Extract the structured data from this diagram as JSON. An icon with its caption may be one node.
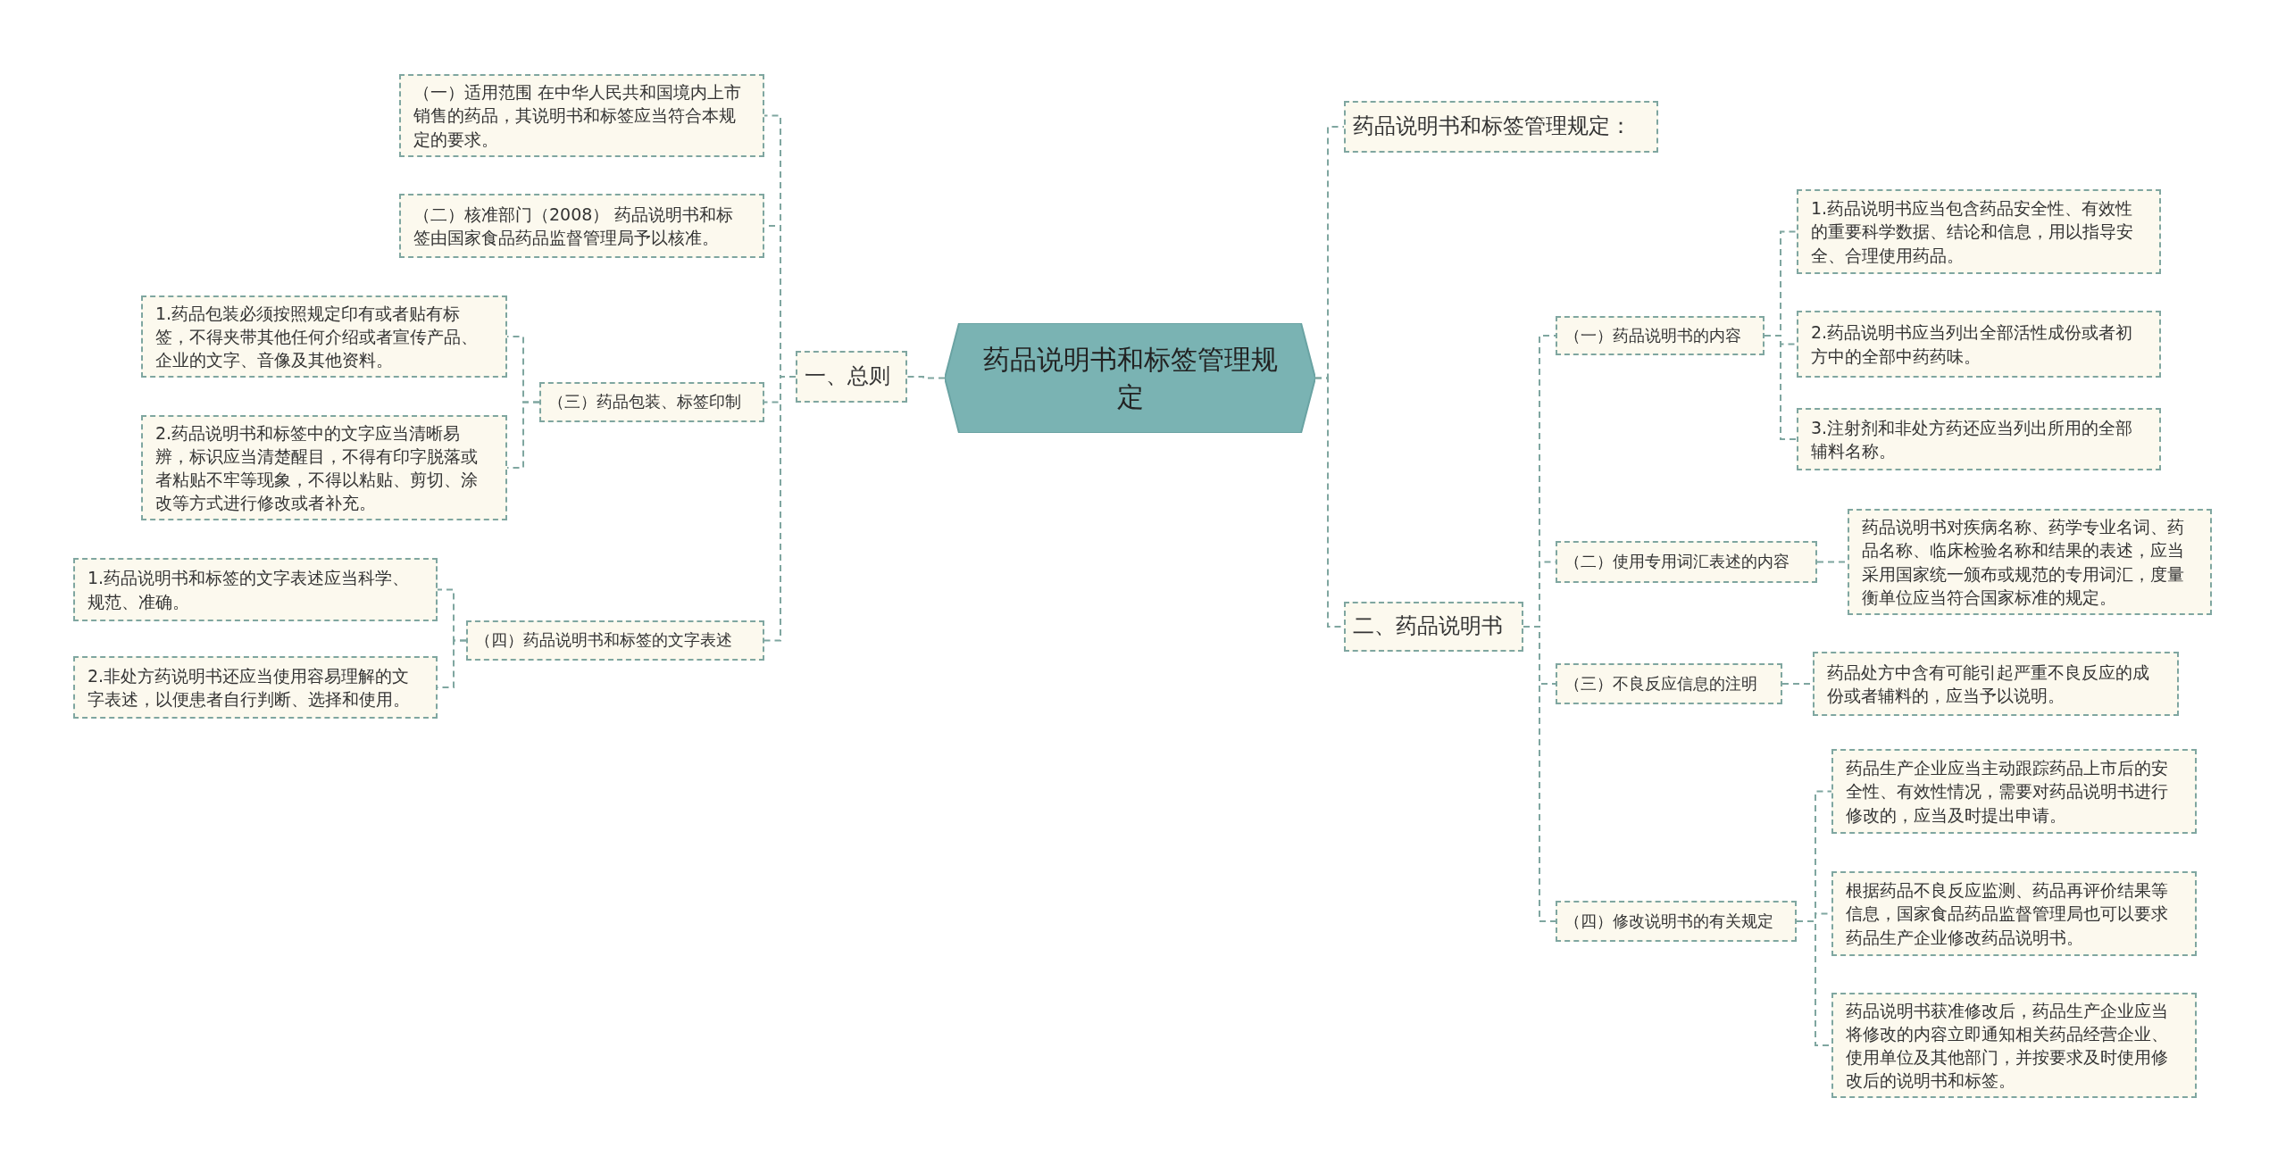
{
  "diagram": {
    "nodes": [
      {
        "text": [
          "药品说明书和标签管理规定"
        ]
      },
      {
        "text": [
          "一、总则"
        ]
      },
      {
        "text": [
          "（一）适用范围 在中华人民共和国境内上市销售的药品，其说明书和标签应当符合本规定的要求。"
        ]
      },
      {
        "text": [
          "（二）核准部门（2008） 药品说明书和标签由国家食品药品监督管理局予以核准。"
        ]
      },
      {
        "text": [
          "（三）药品包装、标签印制"
        ]
      },
      {
        "text": [
          "1.药品包装必须按照规定印有或者贴有标签，不得夹带其他任何介绍或者宣传产品、企业的文字、音像及其他资料。"
        ]
      },
      {
        "text": [
          "2.药品说明书和标签中的文字应当清晰易辨，标识应当清楚醒目，不得有印字脱落或者粘贴不牢等现象，不得以粘贴、剪切、涂改等方式进行修改或者补充。"
        ]
      },
      {
        "text": [
          "（四）药品说明书和标签的文字表述"
        ]
      },
      {
        "text": [
          "1.药品说明书和标签的文字表述应当科学、规范、准确。"
        ]
      },
      {
        "text": [
          "2.非处方药说明书还应当使用容易理解的文字表述，以便患者自行判断、选择和使用。"
        ]
      },
      {
        "text": [
          "药品说明书和标签管理规定："
        ]
      },
      {
        "text": [
          "二、药品说明书"
        ]
      },
      {
        "text": [
          "（一）药品说明书的内容"
        ]
      },
      {
        "text": [
          "1.药品说明书应当包含药品安全性、有效性的重要科学数据、结论和信息，用以指导安全、合理使用药品。"
        ]
      },
      {
        "text": [
          "2.药品说明书应当列出全部活性成份或者初方中的全部中药药味。"
        ]
      },
      {
        "text": [
          "3.注射剂和非处方药还应当列出所用的全部辅料名称。"
        ]
      },
      {
        "text": [
          "（二）使用专用词汇表述的内容"
        ]
      },
      {
        "text": [
          "药品说明书对疾病名称、药学专业名词、药品名称、临床检验名称和结果的表述，应当采用国家统一颁布或规范的专用词汇，度量衡单位应当符合国家标准的规定。"
        ]
      },
      {
        "text": [
          "（三）不良反应信息的注明"
        ]
      },
      {
        "text": [
          "药品处方中含有可能引起严重不良反应的成份或者辅料的，应当予以说明。"
        ]
      },
      {
        "text": [
          "（四）修改说明书的有关规定"
        ]
      },
      {
        "text": [
          "药品生产企业应当主动跟踪药品上市后的安全性、有效性情况，需要对药品说明书进行修改的，应当及时提出申请。"
        ]
      },
      {
        "text": [
          "根据药品不良反应监测、药品再评价结果等信息，国家食品药品监督管理局也可以要求药品生产企业修改药品说明书。"
        ]
      },
      {
        "text": [
          "药品说明书获准修改后，药品生产企业应当将修改的内容立即通知相关药品经营企业、使用单位及其他部门，并按要求及时使用修改后的说明书和标签。"
        ]
      }
    ],
    "edges": [
      {
        "from": 0,
        "to": 1,
        "arrow": "none"
      },
      {
        "from": 1,
        "to": 2,
        "arrow": "none"
      },
      {
        "from": 1,
        "to": 3,
        "arrow": "none"
      },
      {
        "from": 1,
        "to": 4,
        "arrow": "none"
      },
      {
        "from": 4,
        "to": 5,
        "arrow": "none"
      },
      {
        "from": 4,
        "to": 6,
        "arrow": "none"
      },
      {
        "from": 1,
        "to": 7,
        "arrow": "none"
      },
      {
        "from": 7,
        "to": 8,
        "arrow": "none"
      },
      {
        "from": 7,
        "to": 9,
        "arrow": "none"
      },
      {
        "from": 0,
        "to": 10,
        "arrow": "none"
      },
      {
        "from": 0,
        "to": 11,
        "arrow": "none"
      },
      {
        "from": 11,
        "to": 12,
        "arrow": "none"
      },
      {
        "from": 12,
        "to": 13,
        "arrow": "none"
      },
      {
        "from": 12,
        "to": 14,
        "arrow": "none"
      },
      {
        "from": 12,
        "to": 15,
        "arrow": "none"
      },
      {
        "from": 11,
        "to": 16,
        "arrow": "none"
      },
      {
        "from": 16,
        "to": 17,
        "arrow": "none"
      },
      {
        "from": 11,
        "to": 18,
        "arrow": "none"
      },
      {
        "from": 18,
        "to": 19,
        "arrow": "none"
      },
      {
        "from": 11,
        "to": 20,
        "arrow": "none"
      },
      {
        "from": 20,
        "to": 21,
        "arrow": "none"
      },
      {
        "from": 20,
        "to": 22,
        "arrow": "none"
      },
      {
        "from": 20,
        "to": 23,
        "arrow": "none"
      }
    ]
  }
}
